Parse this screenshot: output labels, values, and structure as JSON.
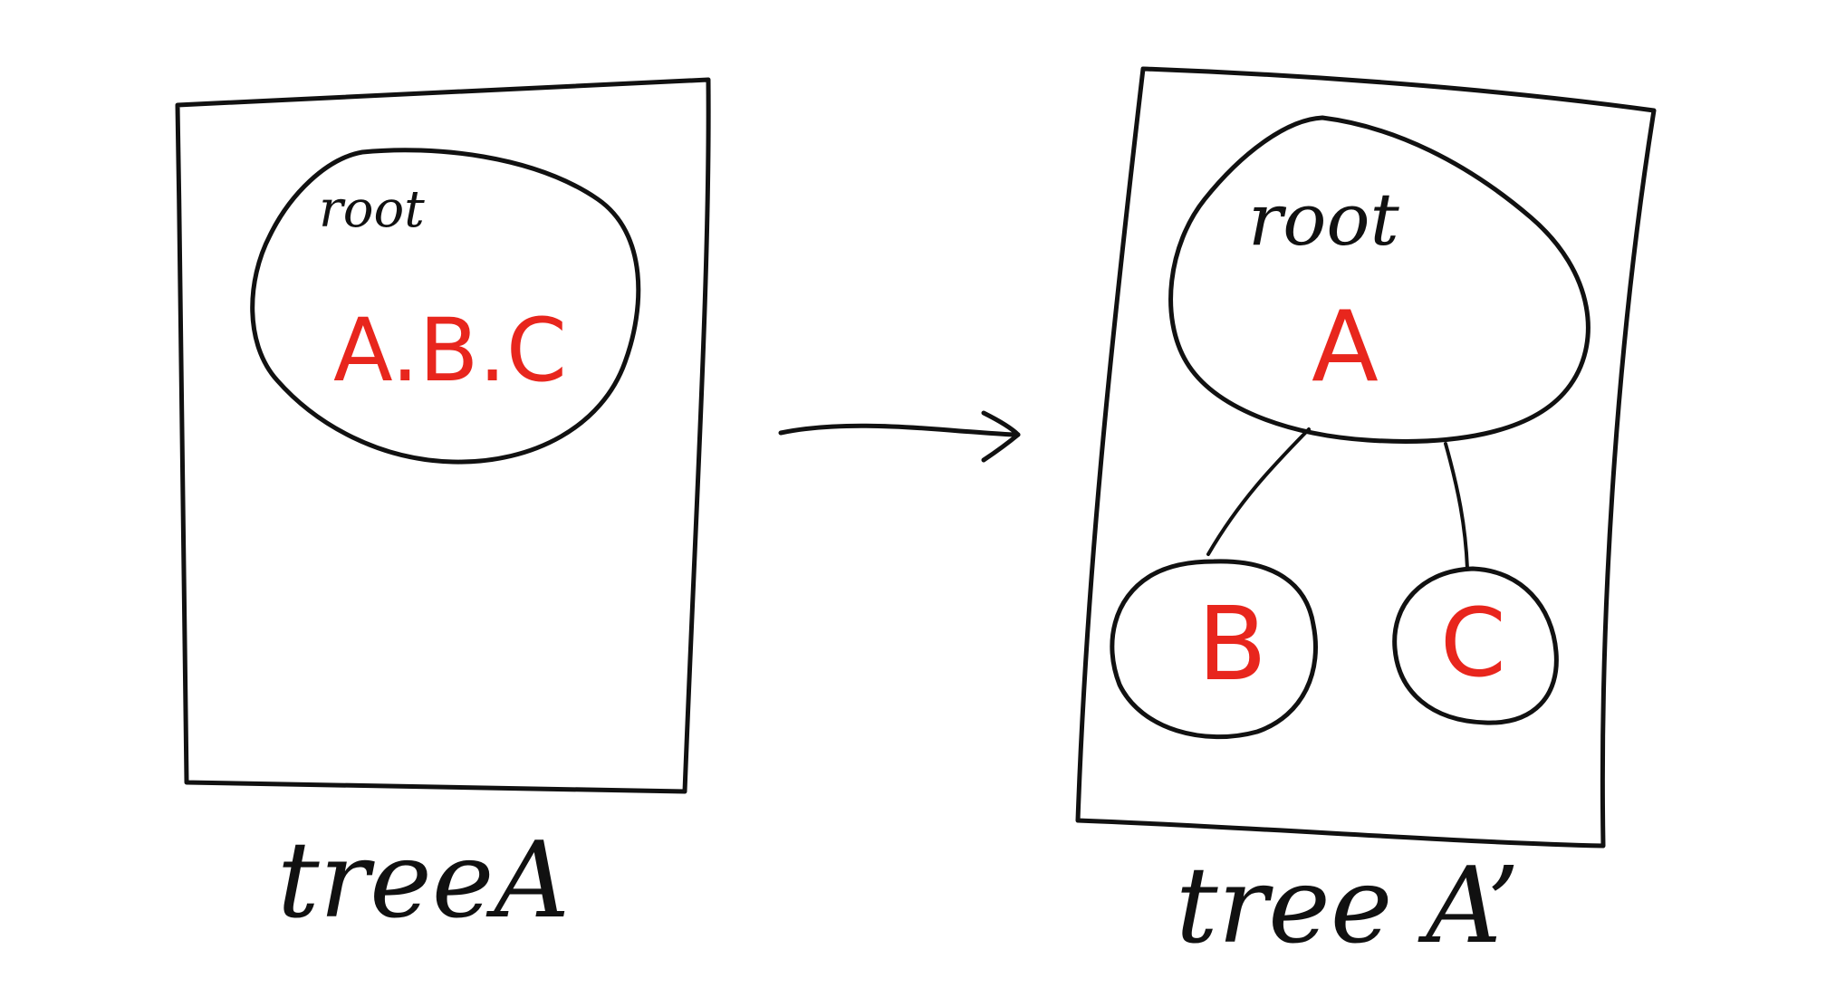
{
  "colors": {
    "ink": "#111111",
    "accent": "#e8261d",
    "background": "#ffffff"
  },
  "left_panel": {
    "node_label": "root",
    "node_content": "A.B.C",
    "caption": "treeA"
  },
  "right_panel": {
    "root_label": "root",
    "root_content": "A",
    "child_left": "B",
    "child_right": "C",
    "caption": "tree A’"
  }
}
